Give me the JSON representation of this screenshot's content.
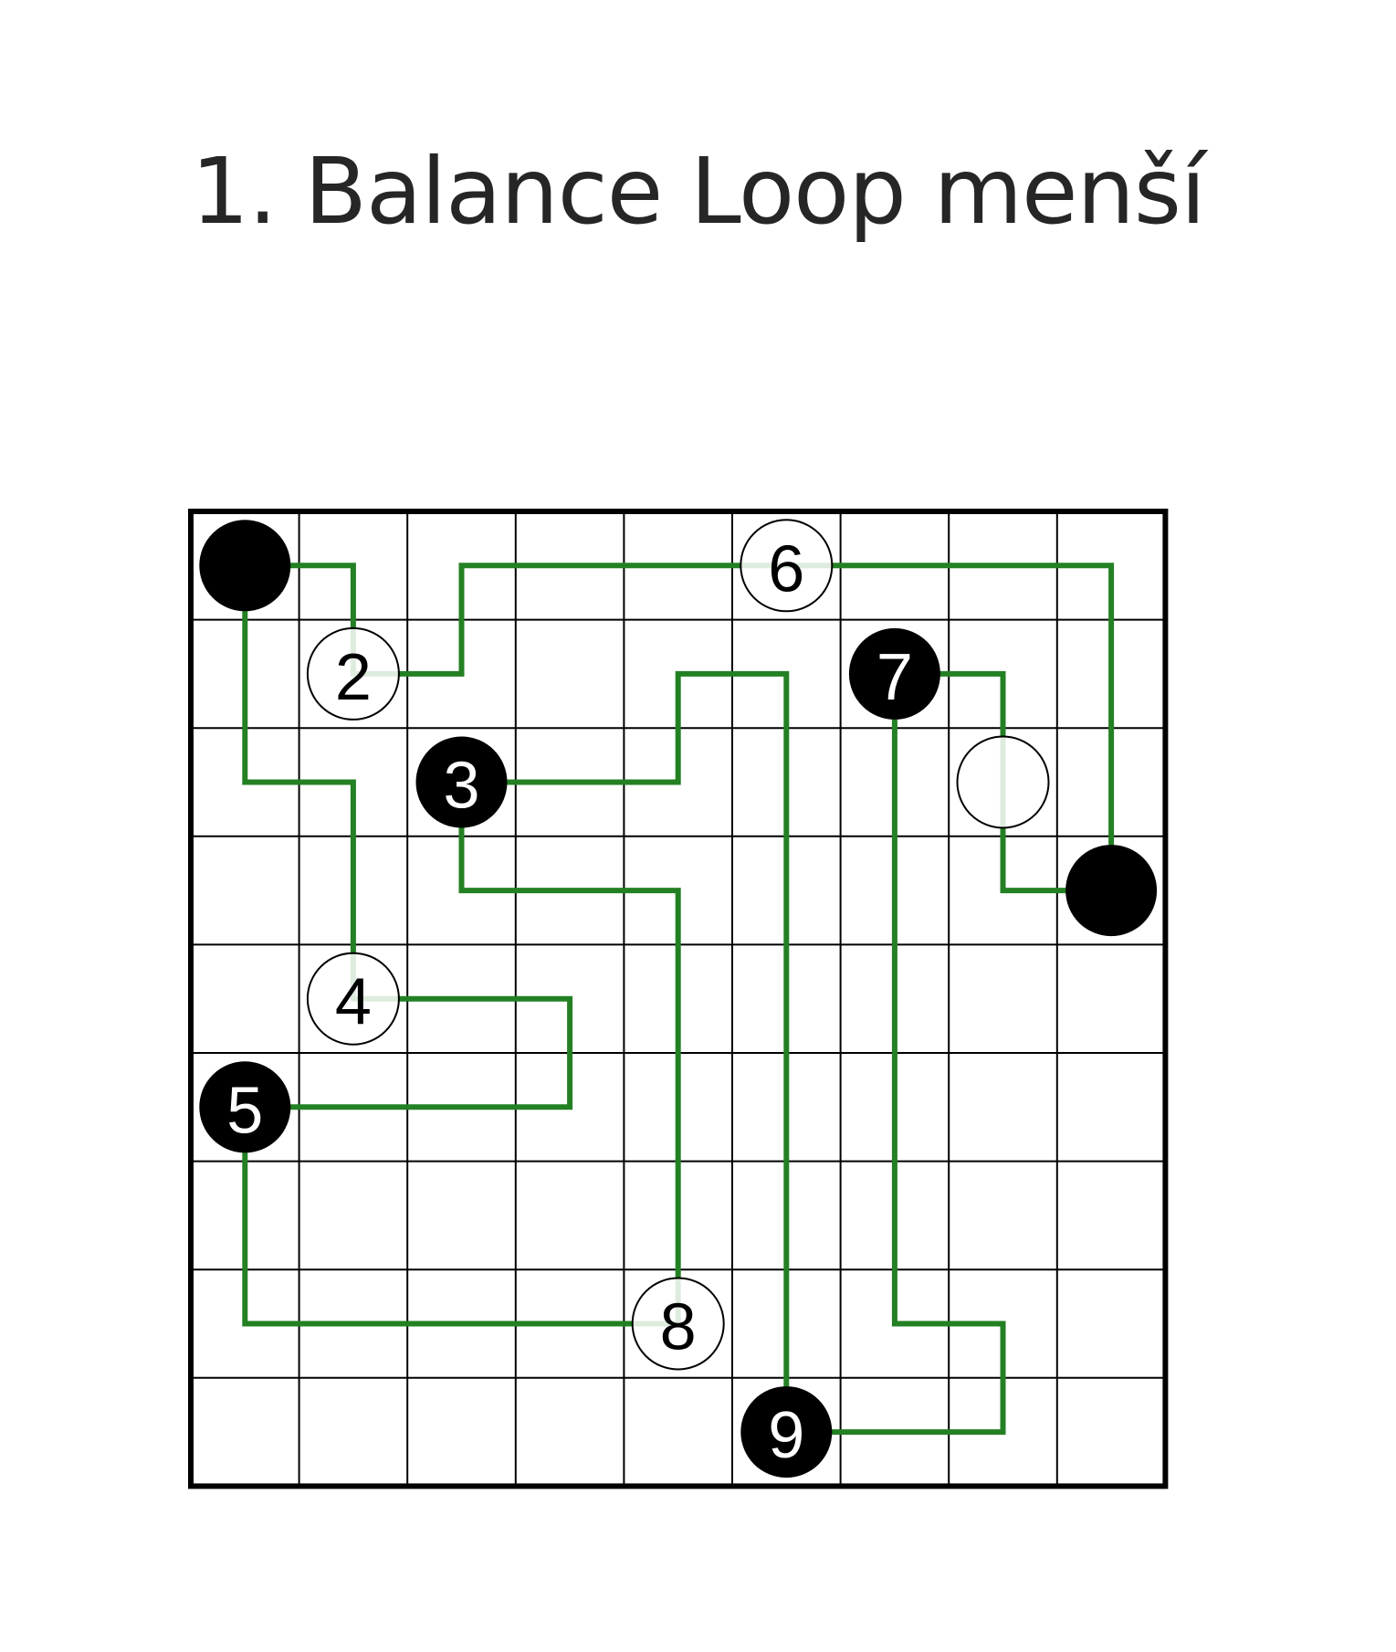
{
  "title": "1. Balance Loop menší",
  "puzzle": {
    "type": "Balance Loop",
    "rows": 9,
    "cols": 9,
    "colors": {
      "grid_line": "#000000",
      "loop": "#238023",
      "black_circle": "#000000",
      "white_circle": "#ffffff",
      "background": "#ffffff"
    },
    "clues": [
      {
        "row": 0,
        "col": 0,
        "color": "black",
        "label": ""
      },
      {
        "row": 0,
        "col": 5,
        "color": "white",
        "label": "6"
      },
      {
        "row": 1,
        "col": 1,
        "color": "white",
        "label": "2"
      },
      {
        "row": 1,
        "col": 6,
        "color": "black",
        "label": "7"
      },
      {
        "row": 2,
        "col": 2,
        "color": "black",
        "label": "3"
      },
      {
        "row": 2,
        "col": 7,
        "color": "white",
        "label": ""
      },
      {
        "row": 3,
        "col": 8,
        "color": "black",
        "label": ""
      },
      {
        "row": 4,
        "col": 1,
        "color": "white",
        "label": "4"
      },
      {
        "row": 5,
        "col": 0,
        "color": "black",
        "label": "5"
      },
      {
        "row": 7,
        "col": 4,
        "color": "white",
        "label": "8"
      },
      {
        "row": 8,
        "col": 5,
        "color": "black",
        "label": "9"
      }
    ],
    "loop": [
      [
        0,
        0
      ],
      [
        0,
        1
      ],
      [
        1,
        1
      ],
      [
        1,
        2
      ],
      [
        0,
        2
      ],
      [
        0,
        8
      ],
      [
        3,
        8
      ],
      [
        3,
        7
      ],
      [
        1,
        7
      ],
      [
        1,
        6
      ],
      [
        7,
        6
      ],
      [
        7,
        7
      ],
      [
        8,
        7
      ],
      [
        8,
        5
      ],
      [
        1,
        5
      ],
      [
        1,
        4
      ],
      [
        2,
        4
      ],
      [
        2,
        2
      ],
      [
        3,
        2
      ],
      [
        3,
        4
      ],
      [
        7,
        4
      ],
      [
        7,
        0
      ],
      [
        5,
        0
      ],
      [
        5,
        3
      ],
      [
        4,
        3
      ],
      [
        4,
        1
      ],
      [
        2,
        1
      ],
      [
        2,
        0
      ],
      [
        0,
        0
      ]
    ]
  }
}
